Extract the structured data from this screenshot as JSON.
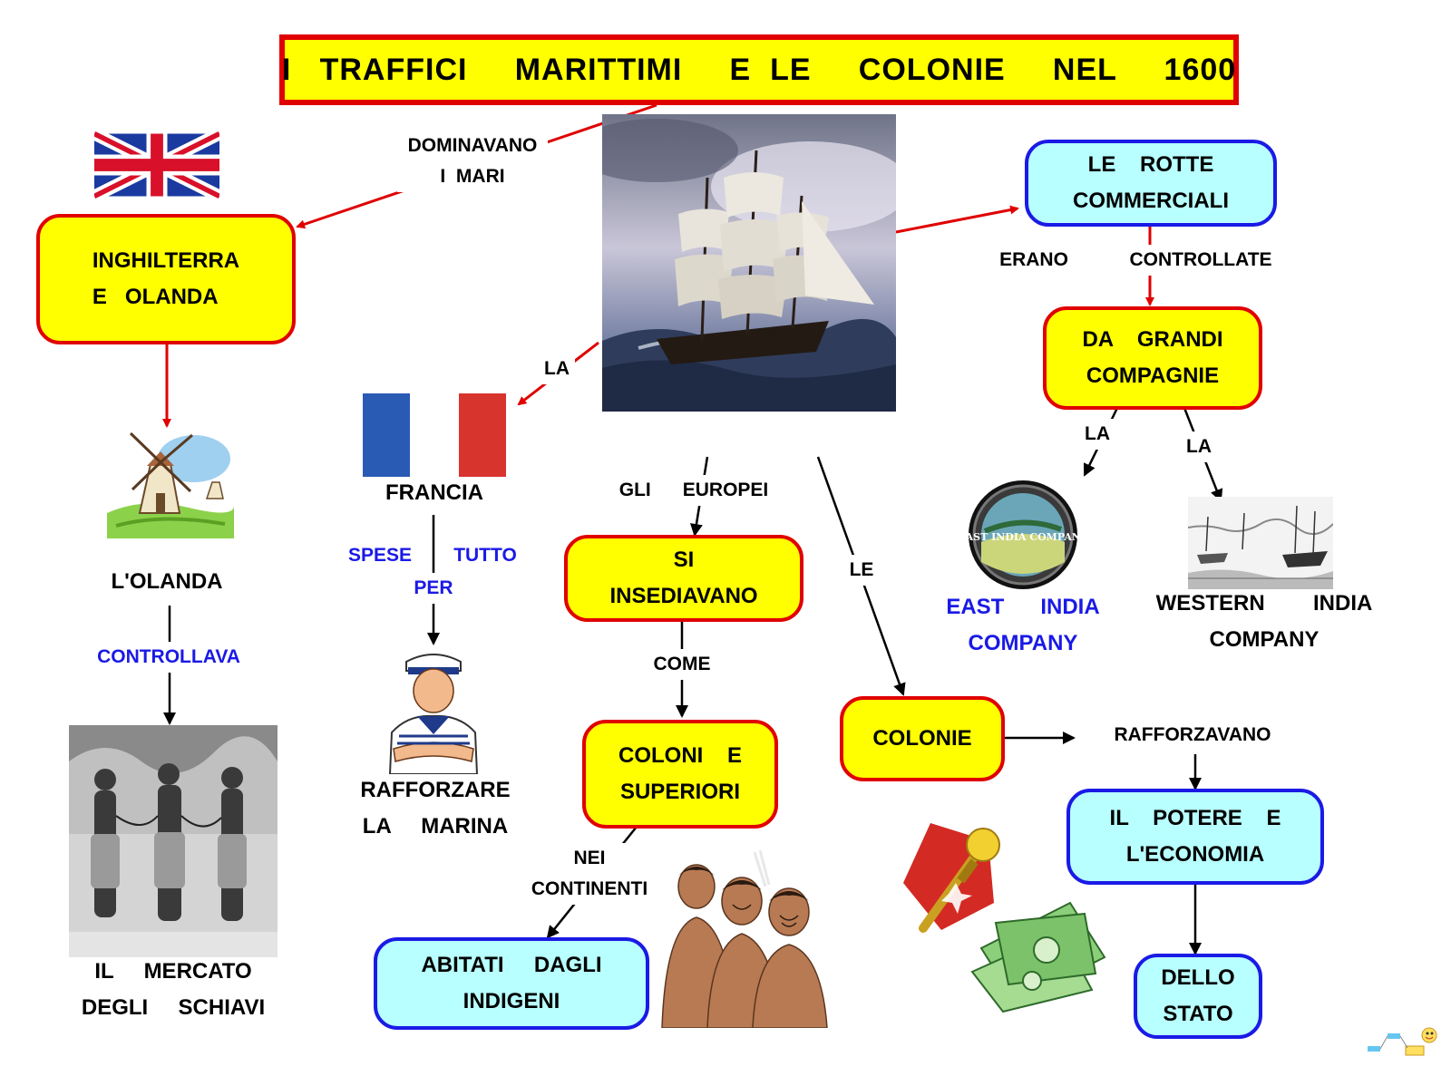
{
  "title": "I   TRAFFICI     MARITTIMI     E  LE     COLONIE     NEL     1600",
  "nodes": {
    "inghilterra": "INGHILTERRA\nE   OLANDA",
    "rotte": "LE    ROTTE\nCOMMERCIALI",
    "compagnie": "DA    GRANDI\nCOMPAGNIE",
    "insediavano": "SI\nINSEDIAVANO",
    "coloni": "COLONI    E\nSUPERIORI",
    "colonie": "COLONIE",
    "abitati": "ABITATI     DAGLI\nINDIGENI",
    "potere": "IL    POTERE    E\nL'ECONOMIA",
    "stato": "DELLO\nSTATO"
  },
  "captions": {
    "olanda": "L'OLANDA",
    "francia": "FRANCIA",
    "schiavi": "IL     MERCATO\nDEGLI     SCHIAVI",
    "marina": "RAFFORZARE\nLA     MARINA",
    "east_india": "EAST      INDIA\nCOMPANY",
    "western_india": "WESTERN        INDIA\nCOMPANY",
    "east_india_logo": "EAST INDIA COMPANY"
  },
  "labels": {
    "dominavano": "DOMINAVANO\nI  MARI",
    "la_francia": "LA",
    "erano": "ERANO",
    "controllate": "CONTROLLATE",
    "la_east": "LA",
    "la_western": "LA",
    "gli_europei": "GLI      EUROPEI",
    "le": "LE",
    "spese": "SPESE",
    "tutto": "TUTTO",
    "per": "PER",
    "controllava": "CONTROLLAVA",
    "come": "COME",
    "nei_continenti": "NEI\nCONTINENTI",
    "rafforzavano": "RAFFORZAVANO"
  },
  "colors": {
    "yellow_fill": "#ffff00",
    "red_border": "#e00000",
    "cyan_fill": "#b8ffff",
    "blue_border": "#1a1ae6",
    "blue_text": "#1a1ae6"
  },
  "icons": [
    "uk-flag-icon",
    "ship-image",
    "french-flag-icon",
    "windmill-image",
    "slaves-photo",
    "sailor-image",
    "east-india-company-logo",
    "western-india-engraving",
    "indigenous-people-image",
    "scepter-icon",
    "money-icon",
    "mapping-logo-icon"
  ]
}
